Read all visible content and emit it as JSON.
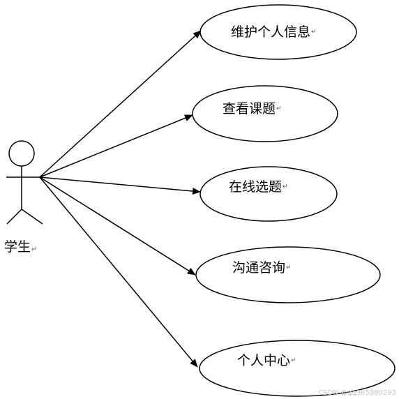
{
  "actor": {
    "label": "学生",
    "mark": "↵"
  },
  "use_cases": [
    {
      "label": "维护个人信息",
      "mark": "↵"
    },
    {
      "label": "查看课题",
      "mark": "↵"
    },
    {
      "label": "在线选题",
      "mark": "↵"
    },
    {
      "label": "沟通咨询",
      "mark": "↵"
    },
    {
      "label": "个人中心",
      "mark": "↵"
    }
  ],
  "watermark": "CSDN @qq365880293",
  "colors": {
    "line": "#000000",
    "background": "#ffffff",
    "watermark": "#c8c8c8"
  }
}
